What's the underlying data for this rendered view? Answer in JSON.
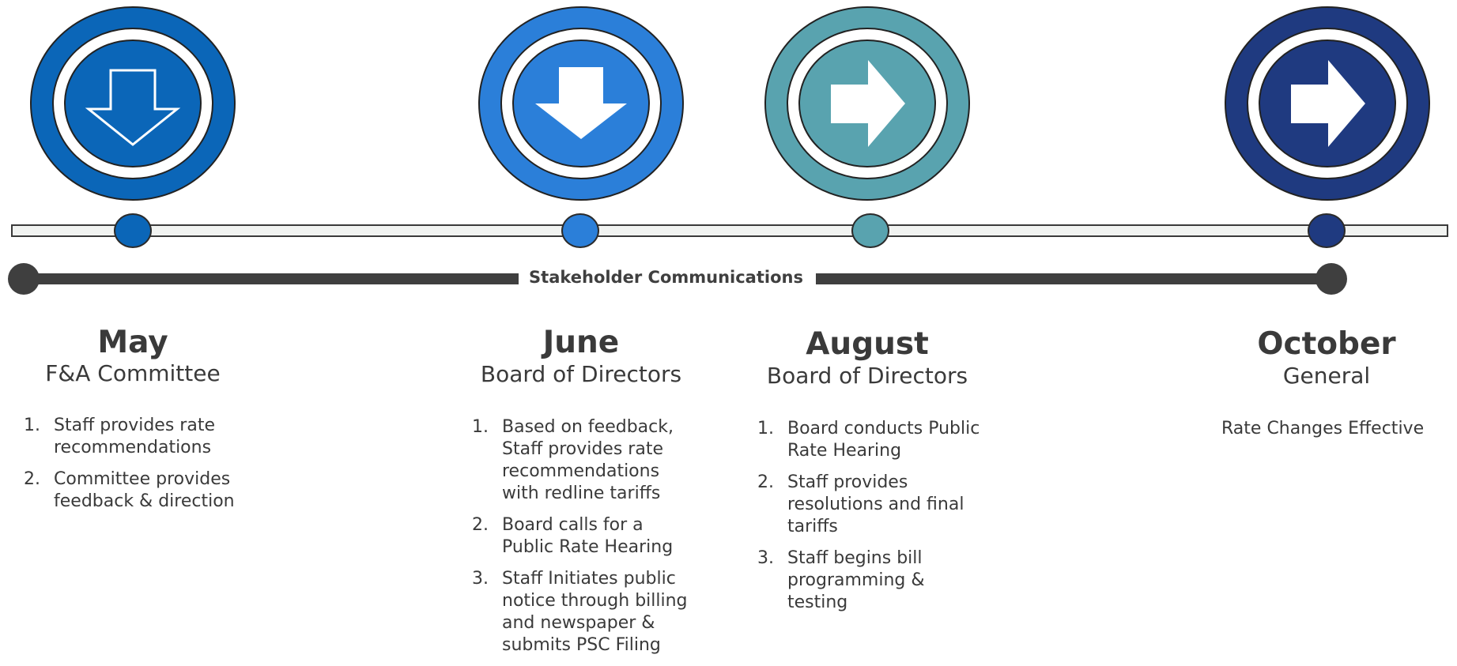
{
  "stakeholder": {
    "label": "Stakeholder Communications"
  },
  "milestones": [
    {
      "month": "May",
      "body": "F&A Committee",
      "steps": [
        {
          "num": "1.",
          "text": "Staff provides rate recommendations"
        },
        {
          "num": "2.",
          "text": "Committee provides feedback & direction"
        }
      ],
      "arrow": "down-arrow-icon",
      "color": "#0b66b8"
    },
    {
      "month": "June",
      "body": "Board of Directors",
      "steps": [
        {
          "num": "1.",
          "text": "Based on feedback, Staff provides rate recommendations with redline tariffs"
        },
        {
          "num": "2.",
          "text": "Board calls for a Public Rate Hearing"
        },
        {
          "num": "3.",
          "text": "Staff Initiates public notice through billing and newspaper & submits PSC Filing"
        }
      ],
      "arrow": "down-arrow-icon",
      "color": "#2b7fd9"
    },
    {
      "month": "August",
      "body": "Board of Directors",
      "steps": [
        {
          "num": "1.",
          "text": "Board conducts Public Rate Hearing"
        },
        {
          "num": "2.",
          "text": "Staff provides resolutions and final tariffs"
        },
        {
          "num": "3.",
          "text": "Staff begins bill programming & testing"
        }
      ],
      "arrow": "right-arrow-icon",
      "color": "#59a3af"
    },
    {
      "month": "October",
      "body": "General",
      "note": "Rate Changes Effective",
      "arrow": "right-arrow-icon",
      "color": "#1f3a80"
    }
  ]
}
